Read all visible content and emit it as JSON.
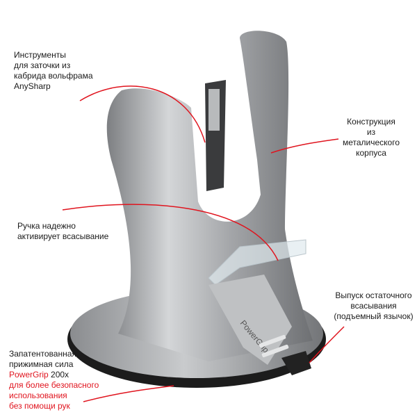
{
  "colors": {
    "accent": "#e0141e",
    "text": "#1a1a1a",
    "metal": "#a7a9ab",
    "rim": "#1c1c1c"
  },
  "labels": {
    "tools": [
      "Инструменты",
      "для заточки из",
      "кабрида вольфрама",
      "AnySharp"
    ],
    "body": [
      "Конструкция",
      "из металического",
      "корпуса"
    ],
    "handle": [
      "Ручка надежно",
      "активирует всасывание"
    ],
    "release": [
      "Выпуск остаточного",
      "всасывания",
      "(подъемный язычок)"
    ],
    "grip": {
      "line1": "Запатентованная",
      "line2": "прижимная сила",
      "brand": "PowerGrip",
      "factor": " 200x",
      "red": [
        "для более безопасного",
        "использования",
        "без помощи рук"
      ]
    }
  },
  "product": {
    "logo": "PowerGrip"
  }
}
